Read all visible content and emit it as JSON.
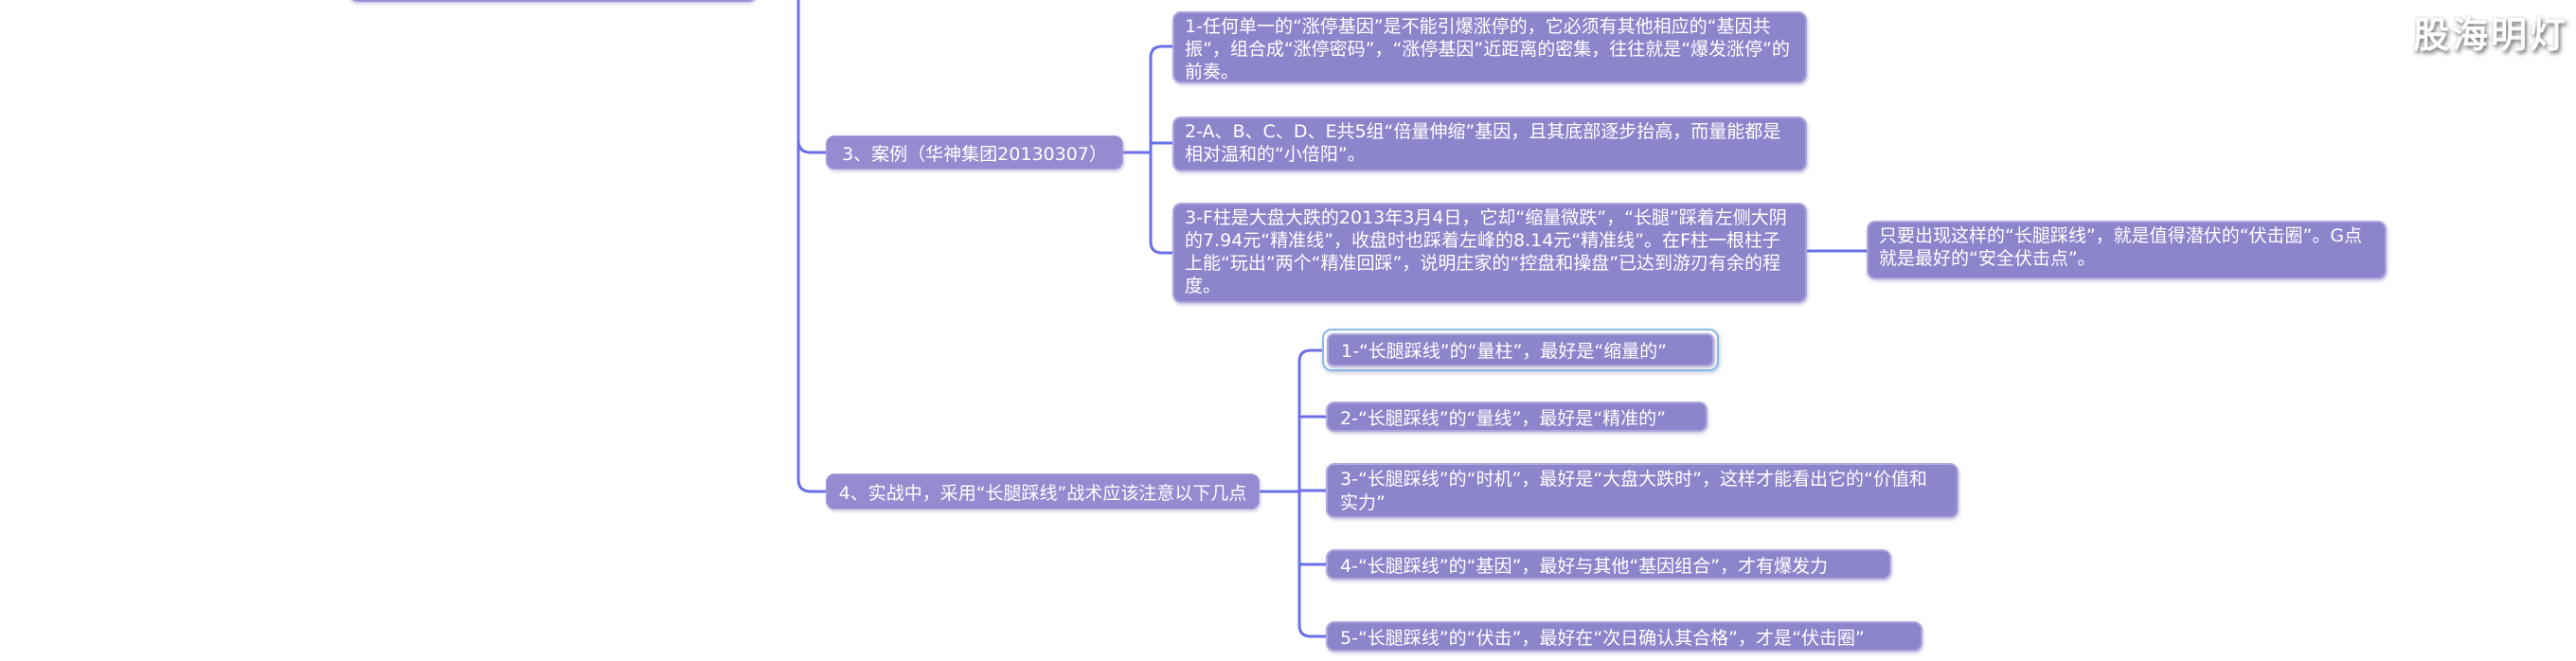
{
  "app": {
    "watermark": "股海明灯"
  },
  "colors": {
    "background": "#ffffff",
    "topic_fill": "#948bd1",
    "detail_fill": "#8d85cb",
    "node_text": "#ffffff",
    "connector": "#6b70e9",
    "selection_ring": "#8fbae8"
  },
  "mindmap": {
    "branches": [
      {
        "id": "case",
        "label": "3、案例（华神集团20130307）",
        "children": [
          {
            "text": "1-任何单一的“涨停基因”是不能引爆涨停的，它必须有其他相应的“基因共振”，组合成“涨停密码”，“涨停基因”近距离的密集，往往就是“爆发涨停”的前奏。"
          },
          {
            "text": "2-A、B、C、D、E共5组“倍量伸缩”基因，且其底部逐步抬高，而量能都是相对温和的“小倍阳”。"
          },
          {
            "text": "3-F柱是大盘大跌的2013年3月4日，它却“缩量微跌”，“长腿”踩着左侧大阴的7.94元“精准线”，收盘时也踩着左峰的8.14元“精准线”。在F柱一根柱子上能“玩出”两个“精准回踩”，说明庄家的“控盘和操盘”已达到游刃有余的程度。",
            "children": [
              {
                "text": "只要出现这样的“长腿踩线”，就是值得潜伏的“伏击圈”。G点就是最好的“安全伏击点”。"
              }
            ]
          }
        ]
      },
      {
        "id": "practice",
        "label": "4、实战中，采用“长腿踩线”战术应该注意以下几点",
        "children": [
          {
            "text": "1-“长腿踩线”的“量柱”，最好是“缩量的”",
            "selected": true
          },
          {
            "text": "2-“长腿踩线”的“量线”，最好是“精准的”"
          },
          {
            "text": "3-“长腿踩线”的“时机”，最好是“大盘大跌时”，这样才能看出它的“价值和实力”"
          },
          {
            "text": "4-“长腿踩线”的“基因”，最好与其他“基因组合”，才有爆发力"
          },
          {
            "text": "5-“长腿踩线”的“伏击”，最好在“次日确认其合格”，才是“伏击圈”"
          }
        ]
      }
    ]
  }
}
